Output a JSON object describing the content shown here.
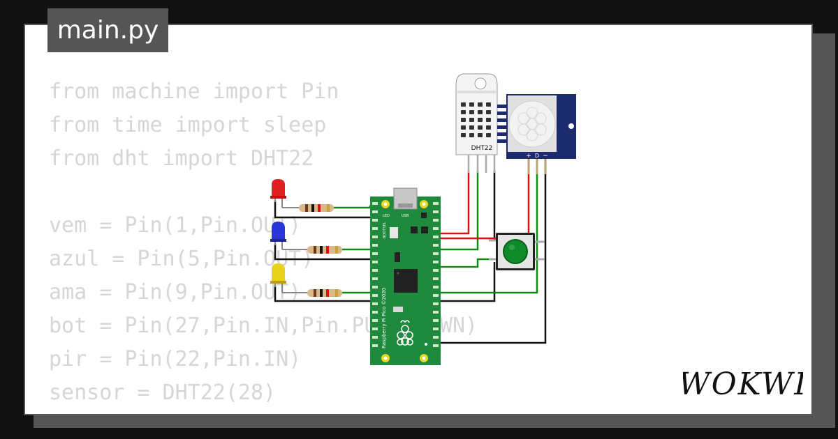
{
  "file_tab": {
    "label": "main.py"
  },
  "code_lines": [
    "from machine import Pin",
    "from time import sleep",
    "from dht import DHT22",
    "",
    "vem = Pin(1,Pin.OUT)",
    "azul = Pin(5,Pin.OUT)",
    "ama = Pin(9,Pin.OUT)",
    "bot = Pin(27,Pin.IN,Pin.PULL_DOWN)",
    "pir = Pin(22,Pin.IN)",
    "sensor = DHT22(28)"
  ],
  "components": {
    "dht_label": "DHT22",
    "pir_pins": {
      "plus": "+",
      "data": "D",
      "minus": "−"
    },
    "pico_label": "Raspberry Pi Pico ©2020",
    "pico_led_label": "LED",
    "pico_usb_label": "USB",
    "pico_bootsel_label": "BOOTSEL"
  },
  "brand": {
    "logo": "WOKWI"
  },
  "colors": {
    "background": "#111111",
    "card": "#ffffff",
    "tab": "#555555",
    "code_text": "#d6d6d6",
    "pcb_green": "#1f8a3d",
    "pir_blue": "#1c2a6e",
    "wire_red": "#dd1111",
    "wire_green": "#118811",
    "wire_black": "#111111",
    "led_red": "#e02020",
    "led_blue": "#2a35d8",
    "led_yellow": "#e8d21c",
    "button_green": "#0f8a2a"
  }
}
